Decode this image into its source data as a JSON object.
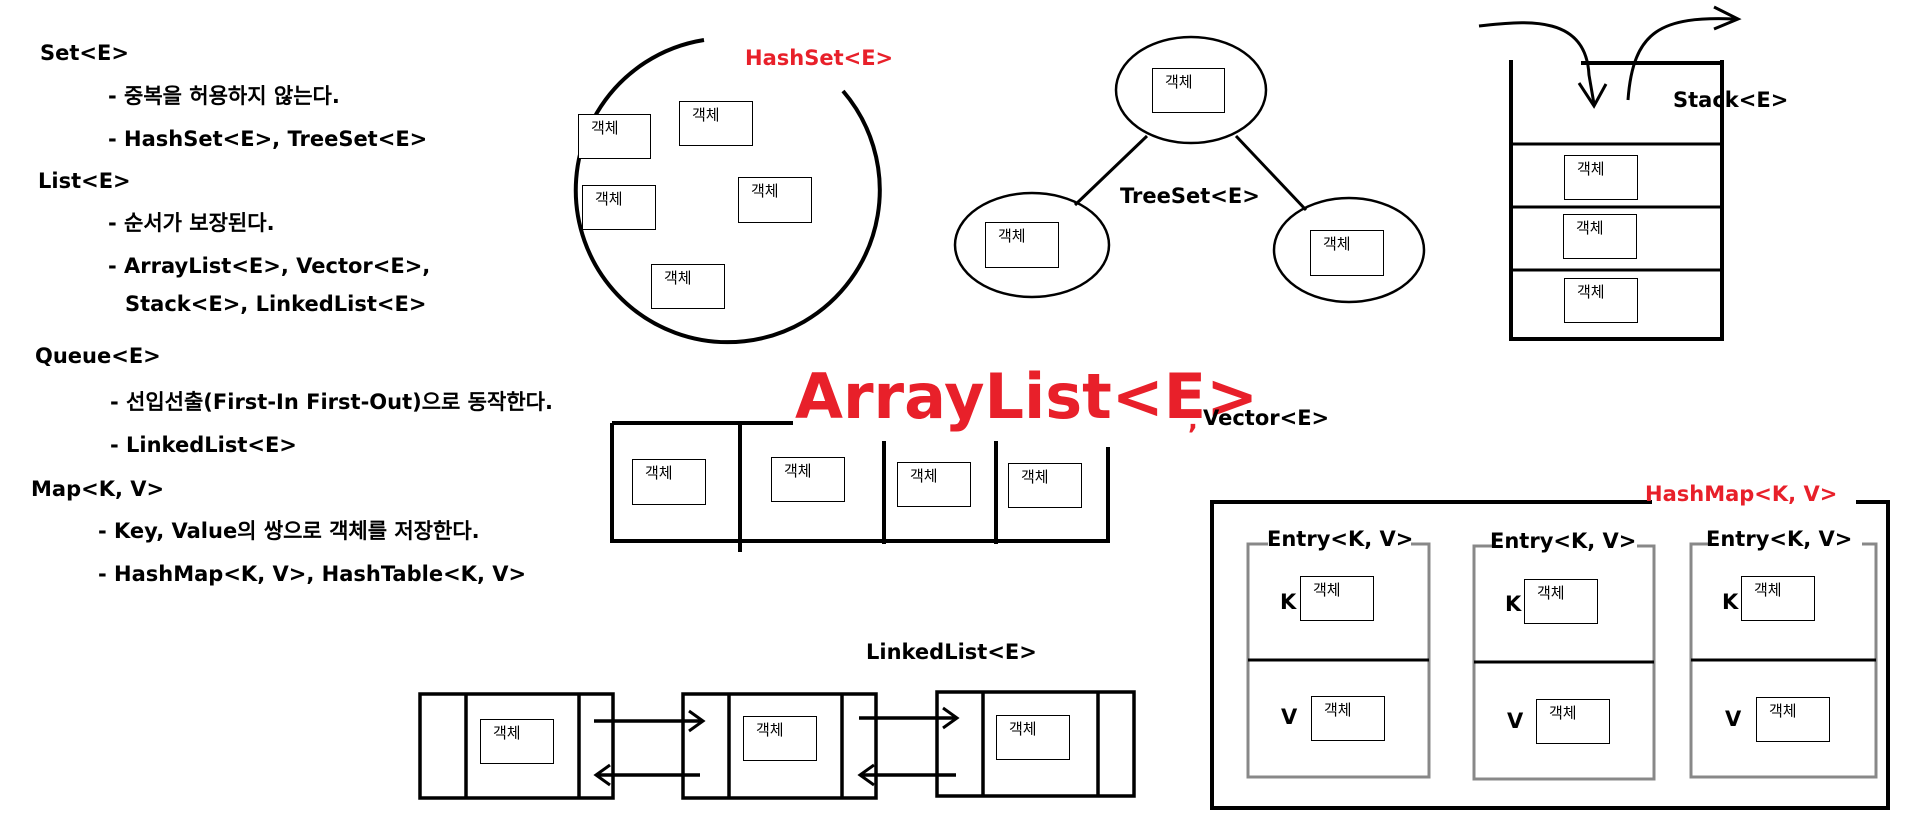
{
  "object_label": "객체",
  "left_list": {
    "set": {
      "heading": "Set<E>",
      "lines": [
        "- 중복을 허용하지 않는다.",
        "- HashSet<E>, TreeSet<E>"
      ]
    },
    "list": {
      "heading": "List<E>",
      "lines": [
        "- 순서가 보장된다.",
        "- ArrayList<E>, Vector<E>,",
        "Stack<E>, LinkedList<E>"
      ]
    },
    "queue": {
      "heading": "Queue<E>",
      "lines": [
        "- 선입선출(First-In First-Out)으로 동작한다.",
        "- LinkedList<E>"
      ]
    },
    "map": {
      "heading": "Map<K, V>",
      "lines": [
        "- Key, Value의 쌍으로 객체를 저장한다.",
        "- HashMap<K, V>, HashTable<K, V>"
      ]
    }
  },
  "hashset": {
    "title": "HashSet<E>",
    "title_color": "#e8202a"
  },
  "treeset": {
    "title": "TreeSet<E>"
  },
  "stack": {
    "title": "Stack<E>"
  },
  "arraylist": {
    "title": "ArrayList<E>",
    "comma": ",",
    "subtitle": "Vector<E>",
    "title_color": "#e8202a"
  },
  "linkedlist": {
    "title": "LinkedList<E>"
  },
  "hashmap": {
    "title": "HashMap<K, V>",
    "title_color": "#e8202a",
    "entry_title": "Entry<K, V>",
    "key_label": "K",
    "value_label": "V"
  }
}
